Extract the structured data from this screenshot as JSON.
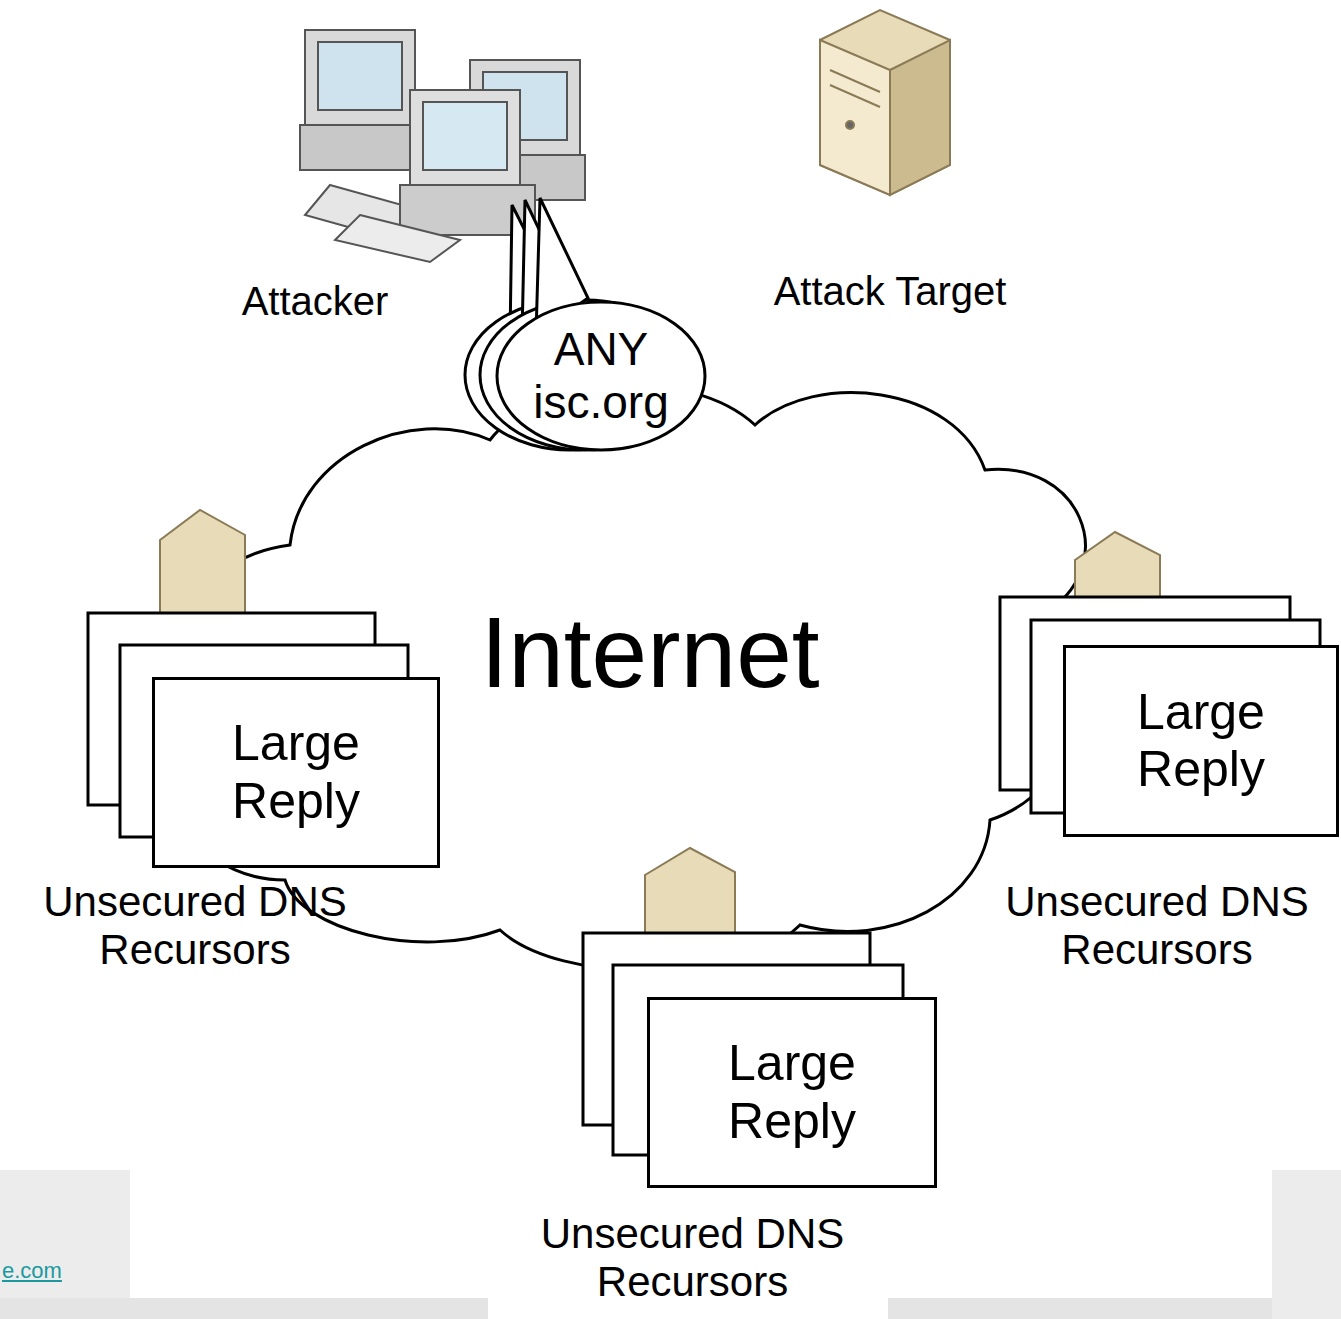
{
  "diagram": {
    "nodes": [
      {
        "text": [
          "ANY isc.org"
        ]
      },
      {
        "text": [
          "Large Reply"
        ]
      },
      {
        "text": [
          "Large Reply"
        ]
      },
      {
        "text": [
          "Large Reply"
        ]
      }
    ],
    "labels": [
      "Attacker",
      "Attack Target",
      "Internet",
      "Unsecured DNS Recursors",
      "Unsecured DNS Recursors",
      "Unsecured DNS Recursors",
      "e.com"
    ]
  }
}
